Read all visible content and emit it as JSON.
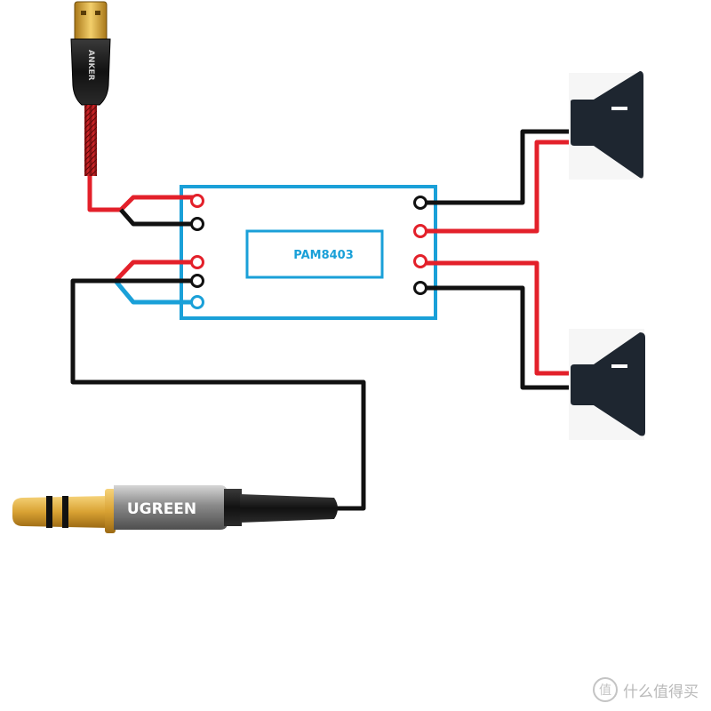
{
  "module": {
    "label": "PAM8403"
  },
  "usb_cable": {
    "brand": "ANKER"
  },
  "audio_plug": {
    "brand": "UGREEN"
  },
  "watermark": {
    "text": "什么值得买"
  },
  "colors": {
    "board": "#1aa0d8",
    "wire_red": "#e3202a",
    "wire_black": "#111111",
    "wire_blue": "#1aa0d8",
    "speaker": "#1e2630"
  }
}
